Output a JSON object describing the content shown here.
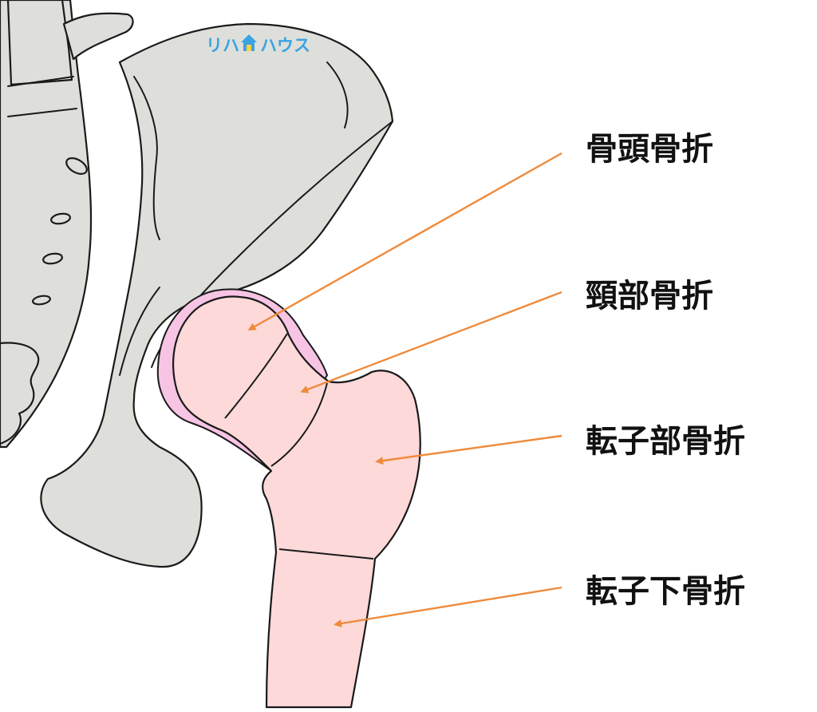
{
  "logo": {
    "part1": "リハ",
    "part2": "ハウス",
    "icon": "house-icon",
    "color": "#3aa3e3"
  },
  "labels": {
    "head": "骨頭骨折",
    "neck": "頸部骨折",
    "trochanter": "転子部骨折",
    "subtrochanter": "転子下骨折"
  },
  "colors": {
    "bone": "#dedfdb",
    "femur": "#fdd9d9",
    "cartilage": "#f7c4e4",
    "arrow": "#ef8a3a"
  }
}
